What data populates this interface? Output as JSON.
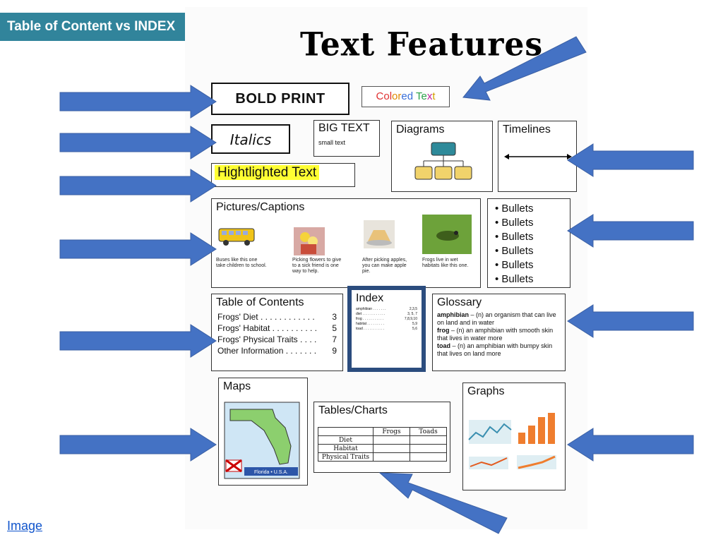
{
  "banner": {
    "title": "Table of Content vs INDEX"
  },
  "poster": {
    "title": "Text Features",
    "bold_print": "BOLD PRINT",
    "colored_text": [
      "Col",
      "or",
      "ed",
      " ",
      "Te",
      "x",
      "t"
    ],
    "colored_colors": [
      "#e03030",
      "#e08a00",
      "#3a6fd8",
      "#000000",
      "#2aa24a",
      "#c21e9a",
      "#d4a000"
    ],
    "italics": "Italics",
    "big_text": "BIG TEXT",
    "small_text": "small text",
    "highlighted": "Hightlighted Text",
    "diagrams": "Diagrams",
    "timelines": "Timelines",
    "pictures": {
      "title": "Pictures/Captions",
      "captions": [
        "Buses like this one take children to school.",
        "Picking flowers to give to a sick friend is one way to help.",
        "After picking apples, you can make apple pie.",
        "Frogs live in wet habitats like this one."
      ]
    },
    "bullets": [
      "Bullets",
      "Bullets",
      "Bullets",
      "Bullets",
      "Bullets",
      "Bullets"
    ],
    "toc": {
      "title": "Table of Contents",
      "rows": [
        {
          "label": "Frogs' Diet . . . . . . . . . . . .",
          "page": "3"
        },
        {
          "label": "Frogs' Habitat . . . . . . . . . .",
          "page": "5"
        },
        {
          "label": "Frogs' Physical Traits . . . .",
          "page": "7"
        },
        {
          "label": "Other Information . . . . . . .",
          "page": "9"
        }
      ]
    },
    "index": {
      "title": "Index",
      "rows": [
        {
          "term": "amphibian . . . . . . .",
          "pages": "2,3,5"
        },
        {
          "term": "diet . . . . . . . . . . . .",
          "pages": "3, 5, 7"
        },
        {
          "term": "frog . . . . . . . . . . .",
          "pages": "7,8,9,10"
        },
        {
          "term": "habitat . . . . . . . . .",
          "pages": "5,9"
        },
        {
          "term": "toad . . . . . . . . . . .",
          "pages": "5,6"
        }
      ]
    },
    "glossary": {
      "title": "Glossary",
      "entries": [
        {
          "term": "amphibian",
          "def": " – (n) an organism that can live on land and in water"
        },
        {
          "term": "frog",
          "def": " – (n) an amphibian with smooth skin that lives in water more"
        },
        {
          "term": "toad",
          "def": " – (n) an amphibian with bumpy skin that lives on land more"
        }
      ]
    },
    "maps": {
      "title": "Maps",
      "caption": "Florida • U.S.A."
    },
    "tables": {
      "title": "Tables/Charts",
      "header": [
        "",
        "Frogs",
        "Toads"
      ],
      "rows": [
        "Diet",
        "Habitat",
        "Physical Traits"
      ]
    },
    "graphs": "Graphs"
  },
  "footer": {
    "link": "Image"
  },
  "colors": {
    "banner": "#31849B",
    "arrow": "#4472C4",
    "index_border": "#2b4c7e",
    "highlight": "#ffff33"
  }
}
